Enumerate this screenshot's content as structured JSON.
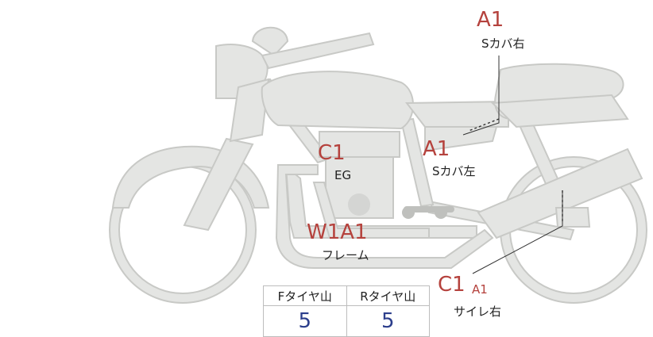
{
  "damage_color": "#b5423d",
  "value_color": "#2c3e8c",
  "bike_color": "#e2e3e1",
  "annotations": [
    {
      "id": "seat-cover-right",
      "codes": [
        "A1"
      ],
      "label": "Sカバ右"
    },
    {
      "id": "engine",
      "codes": [
        "C1"
      ],
      "label": "EG"
    },
    {
      "id": "seat-cover-left",
      "codes": [
        "A1"
      ],
      "label": "Sカバ左"
    },
    {
      "id": "frame",
      "codes": [
        "W1",
        "A1"
      ],
      "label": "フレーム"
    },
    {
      "id": "muffler-right",
      "codes": [
        "C1"
      ],
      "small_code": "A1",
      "label": "サイレ右"
    }
  ],
  "tread_table": {
    "headers": [
      "Fタイヤ山",
      "Rタイヤ山"
    ],
    "values": [
      "5",
      "5"
    ]
  }
}
